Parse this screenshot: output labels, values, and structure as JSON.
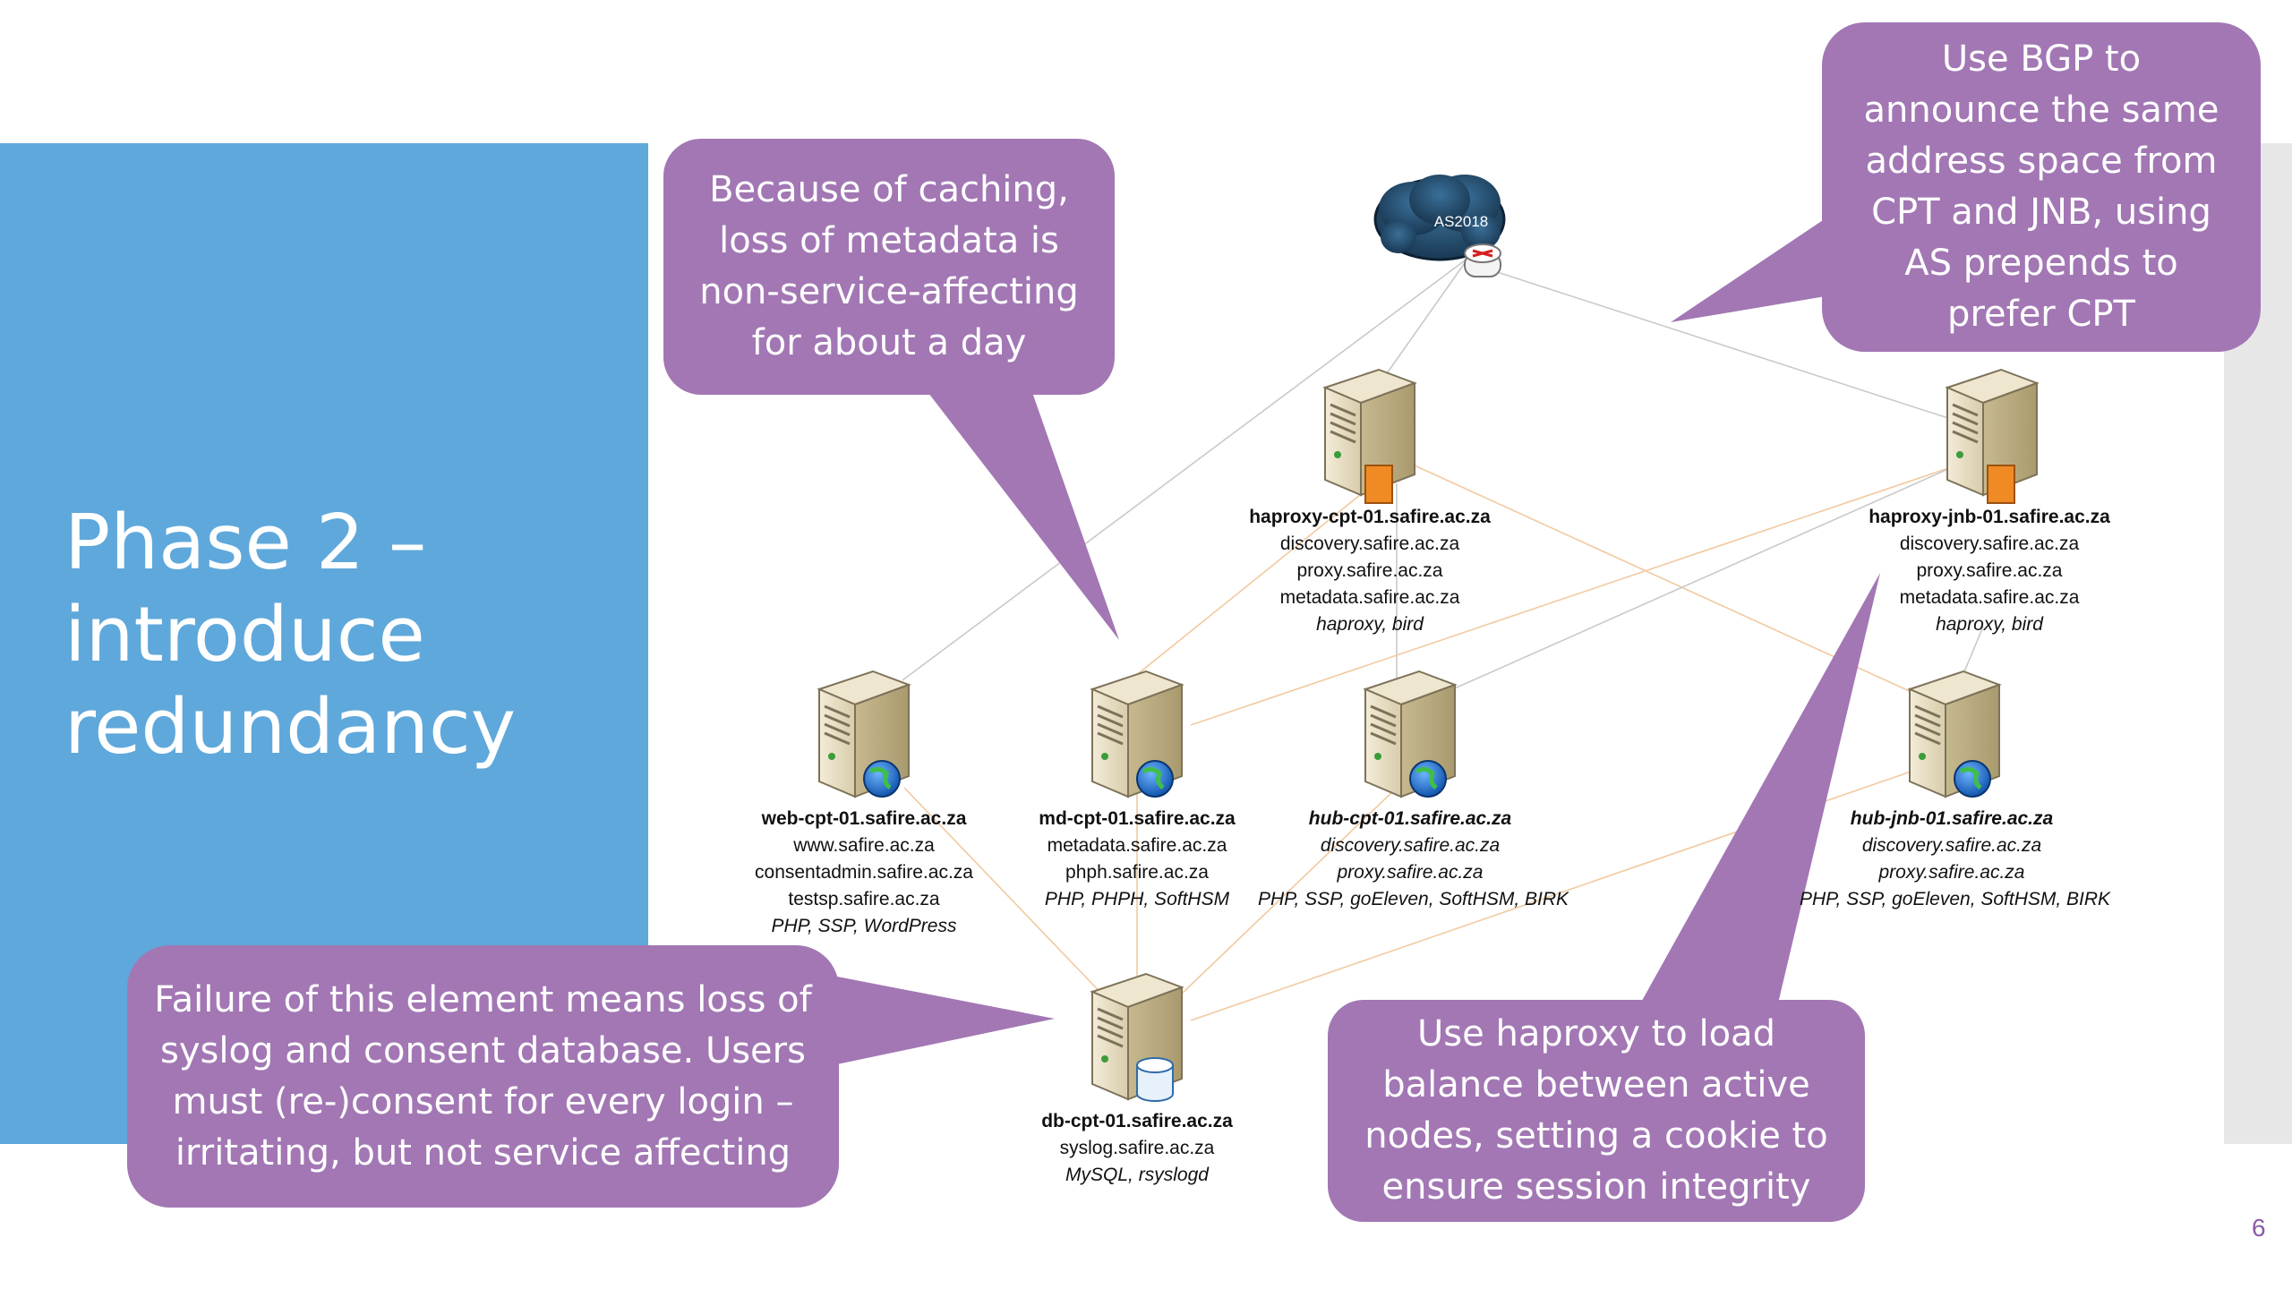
{
  "slide": {
    "title": "Phase 2 –\nintroduce\nredundancy",
    "page_number": "6",
    "colors": {
      "panel": "#5fa8db",
      "callout": "#a277b4",
      "link": "#c9c9c9",
      "link_warm": "#f2c9a0"
    }
  },
  "cloud": {
    "label": "AS2018",
    "icon": "cloud-router-icon"
  },
  "callouts": [
    {
      "text": "Because of caching,\nloss of metadata is\nnon-service-affecting\nfor about a day"
    },
    {
      "text": "Use BGP to\nannounce the same\naddress space from\nCPT and JNB, using\nAS prepends to\nprefer CPT"
    },
    {
      "text": "Failure of this element means loss of\nsyslog and consent database. Users\nmust (re-)consent for every login –\nirritating, but not service affecting"
    },
    {
      "text": "Use haproxy to load\nbalance between active\nnodes, setting a cookie to\nensure session integrity"
    }
  ],
  "nodes": {
    "haproxy_cpt": {
      "name": "haproxy-cpt-01.safire.ac.za",
      "l1": "discovery.safire.ac.za",
      "l2": "proxy.safire.ac.za",
      "l3": "metadata.safire.ac.za",
      "sw": "haproxy, bird",
      "icon": "server-icon"
    },
    "haproxy_jnb": {
      "name": "haproxy-jnb-01.safire.ac.za",
      "l1": "discovery.safire.ac.za",
      "l2": "proxy.safire.ac.za",
      "l3": "metadata.safire.ac.za",
      "sw": "haproxy, bird",
      "icon": "server-icon"
    },
    "web_cpt": {
      "name": "web-cpt-01.safire.ac.za",
      "l1": "www.safire.ac.za",
      "l2": "consentadmin.safire.ac.za",
      "l3": "testsp.safire.ac.za",
      "sw": "PHP, SSP, WordPress",
      "icon": "web-server-icon"
    },
    "md_cpt": {
      "name": "md-cpt-01.safire.ac.za",
      "l1": "metadata.safire.ac.za",
      "l2": "phph.safire.ac.za",
      "sw": "PHP, PHPH, SoftHSM",
      "icon": "web-server-icon"
    },
    "hub_cpt": {
      "name": "hub-cpt-01.safire.ac.za",
      "l1": "discovery.safire.ac.za",
      "l2": "proxy.safire.ac.za",
      "sw": "PHP, SSP, goEleven, SoftHSM, BIRK",
      "icon": "web-server-icon"
    },
    "hub_jnb": {
      "name": "hub-jnb-01.safire.ac.za",
      "l1": "discovery.safire.ac.za",
      "l2": "proxy.safire.ac.za",
      "sw": "PHP, SSP, goEleven, SoftHSM, BIRK",
      "icon": "web-server-icon"
    },
    "db_cpt": {
      "name": "db-cpt-01.safire.ac.za",
      "l1": "syslog.safire.ac.za",
      "sw": "MySQL, rsyslogd",
      "icon": "database-server-icon"
    }
  }
}
